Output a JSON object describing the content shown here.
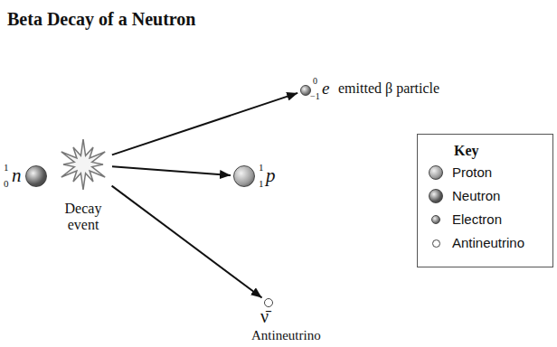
{
  "diagram": {
    "title": "Beta Decay of a Neutron",
    "nodes": [
      {
        "text": [
          "1",
          "0",
          "n"
        ]
      },
      {
        "text": [
          "Decay event"
        ]
      },
      {
        "text": [
          "0",
          "−1",
          "e",
          "emitted β particle"
        ]
      },
      {
        "text": [
          "1",
          "1",
          "p"
        ]
      },
      {
        "text": [
          "ν̄",
          "Antineutrino"
        ]
      }
    ],
    "edges": [
      {
        "from": 1,
        "to": 2,
        "arrow": "to"
      },
      {
        "from": 1,
        "to": 3,
        "arrow": "to"
      },
      {
        "from": 1,
        "to": 4,
        "arrow": "to"
      }
    ],
    "labels": [
      "Key"
    ],
    "legend": [
      {
        "text": "Proton",
        "color": "#9a9a9a"
      },
      {
        "text": "Neutron",
        "color": "#555555"
      },
      {
        "text": "Electron",
        "color": "#777777"
      },
      {
        "text": "Antineutrino",
        "color": "#ffffff"
      }
    ]
  }
}
